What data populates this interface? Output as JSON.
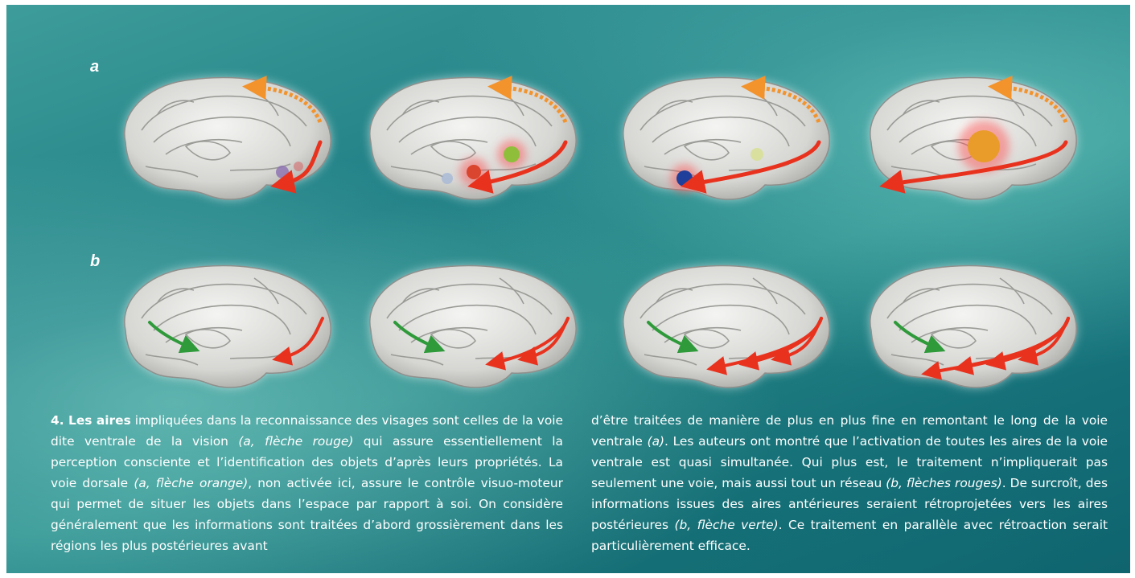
{
  "figure": {
    "row_labels": {
      "a": "a",
      "b": "b"
    },
    "colors": {
      "ventral_arrow": "#e8321e",
      "dorsal_arrow": "#f2932c",
      "feedback_arrow": "#2e9a3a",
      "background": "#1f7f85"
    },
    "row_a_panels": [
      {
        "activations": [
          "purple",
          "red-faint"
        ]
      },
      {
        "activations": [
          "red",
          "green",
          "blue-faint"
        ]
      },
      {
        "activations": [
          "blue",
          "yellow-faint"
        ]
      },
      {
        "activations": [
          "orange"
        ]
      }
    ],
    "row_b_panels": [
      {
        "red_arrows": 1
      },
      {
        "red_arrows": 2
      },
      {
        "red_arrows": 3
      },
      {
        "red_arrows": 4
      }
    ]
  },
  "caption": {
    "left": {
      "lead": "4. Les aires",
      "t1": " impliquées dans la reconnaissance des visages sont celles de la voie dite ventrale de la vision ",
      "e1": "(a, flèche rouge)",
      "t2": " qui assure essentiellement la perception consciente et l’identification des objets d’après leurs propriétés. La voie dorsale ",
      "e2": "(a, flèche orange)",
      "t3": ", non activée ici, assure le contrôle visuo-moteur qui permet de situer les objets dans l’espace par rapport à soi. On considère généralement que les informations sont traitées d’abord grossièrement dans les régions les plus postérieures avant"
    },
    "right": {
      "t1": "d’être traitées de manière de plus en plus fine en remontant le long de la voie ventrale ",
      "e1": "(a)",
      "t2": ". Les auteurs ont montré que l’activation de toutes les aires de la voie ventrale est quasi simultanée. Qui plus est, le traitement n’impliquerait pas seulement une voie, mais aussi tout un réseau ",
      "e2": "(b, flèches rouges)",
      "t3": ". De surcroît, des informations issues des aires antérieures seraient rétroprojetées vers les aires postérieures ",
      "e3": "(b, flèche verte)",
      "t4": ". Ce traitement en parallèle avec rétroaction serait particulièrement efficace."
    }
  }
}
